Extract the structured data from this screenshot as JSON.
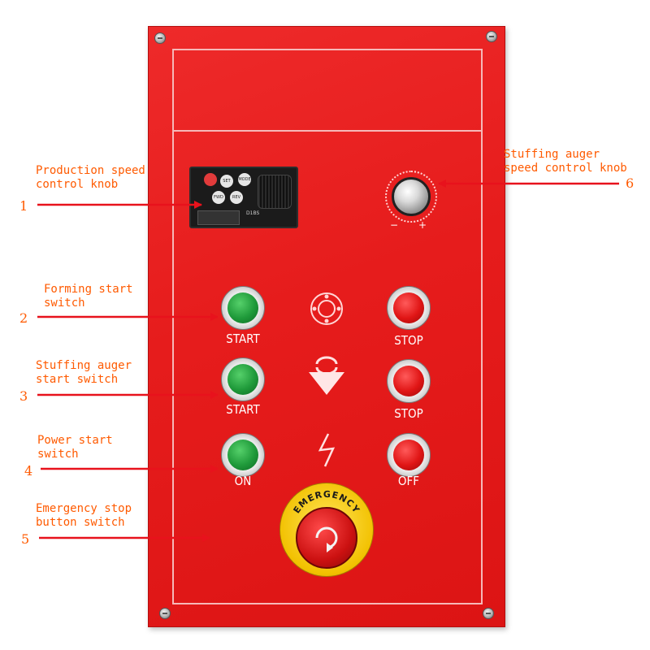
{
  "annotations": [
    {
      "number": "1",
      "label_line1": "Production speed",
      "label_line2": "control knob"
    },
    {
      "number": "2",
      "label_line1": "Forming start",
      "label_line2": "switch"
    },
    {
      "number": "3",
      "label_line1": "Stuffing auger",
      "label_line2": "start switch"
    },
    {
      "number": "4",
      "label_line1": "Power start",
      "label_line2": "switch"
    },
    {
      "number": "5",
      "label_line1": "Emergency stop",
      "label_line2": "button switch"
    },
    {
      "number": "6",
      "label_line1": "Stuffing auger",
      "label_line2": "speed control knob"
    }
  ],
  "panel": {
    "rows": [
      {
        "left_label": "START",
        "right_label": "STOP",
        "left_color": "green",
        "right_color": "red"
      },
      {
        "left_label": "START",
        "right_label": "STOP",
        "left_color": "green",
        "right_color": "red"
      },
      {
        "left_label": "ON",
        "right_label": "OFF",
        "left_color": "green",
        "right_color": "red"
      }
    ],
    "knob_minus": "−",
    "knob_plus": "+",
    "emergency_label": "EMERGENCY",
    "inverter": {
      "buttons": [
        "FWD",
        "REV",
        "SET",
        "MODE"
      ],
      "brand_text": "D1BS"
    }
  },
  "colors": {
    "panel_red": "#e61c1c",
    "annotation_orange": "#ff5a00",
    "arrow_red": "#e8121c",
    "estop_yellow": "#f2c100"
  }
}
